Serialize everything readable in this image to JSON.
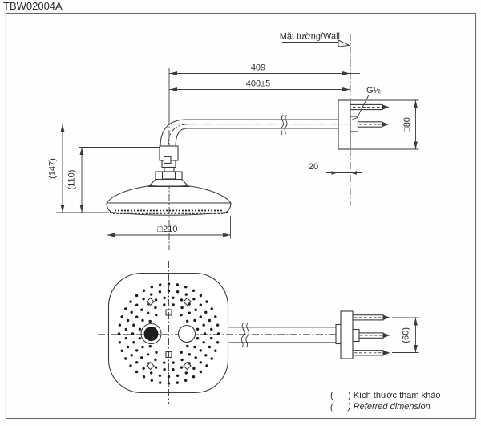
{
  "title": "TBW02004A",
  "colors": {
    "line": "#3a3a3a",
    "text": "#2b2b2b",
    "background": "#ffffff"
  },
  "side_view": {
    "wall_label": "Mặt tường/Wall",
    "dims": {
      "reach_overall": "409",
      "reach_to_wall": "400±5",
      "thread": "G½",
      "flange_size": "□80",
      "wall_offset": "20",
      "height_overall": "(147)",
      "height_head": "(110)",
      "head_size": "□210"
    }
  },
  "bottom_view": {
    "dims": {
      "screw_spacing": "(60)"
    }
  },
  "footnote": {
    "vi": "(      ) Kích thước tham khảo",
    "en": "(      ) Referred dimension"
  }
}
